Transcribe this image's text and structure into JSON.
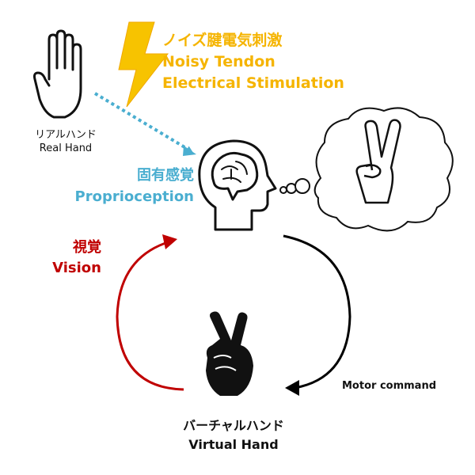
{
  "stimulation": {
    "jp": "ノイズ腱電気刺激",
    "en1": "Noisy Tendon",
    "en2": "Electrical Stimulation",
    "icon": "lightning-bolt-icon",
    "color": "#f5b400"
  },
  "real_hand": {
    "jp": "リアルハンド",
    "en": "Real Hand",
    "icon": "open-hand-icon"
  },
  "proprioception": {
    "jp": "固有感覚",
    "en": "Proprioception",
    "color": "#4aaed0"
  },
  "vision": {
    "jp": "視覚",
    "en": "Vision",
    "color": "#c00000"
  },
  "motor_command": {
    "label": "Motor command",
    "color": "#000000"
  },
  "virtual_hand": {
    "jp": "バーチャルハンド",
    "en": "Virtual Hand",
    "icon": "victory-hand-icon"
  },
  "brain": {
    "icon": "head-brain-icon"
  },
  "thought": {
    "icon": "thought-cloud-victory-hand-icon"
  }
}
